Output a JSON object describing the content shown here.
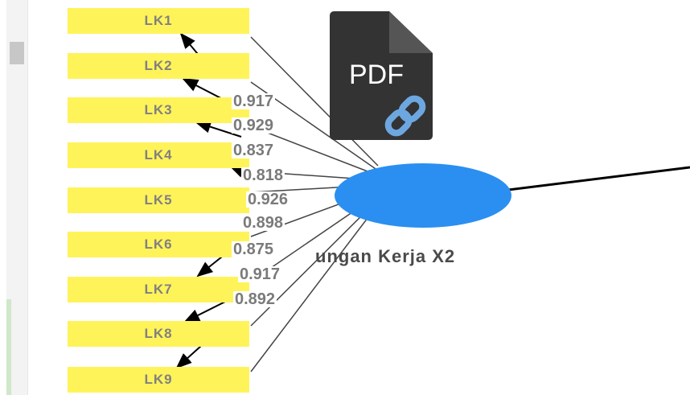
{
  "indicators": [
    {
      "label": "LK1"
    },
    {
      "label": "LK2"
    },
    {
      "label": "LK3"
    },
    {
      "label": "LK4"
    },
    {
      "label": "LK5"
    },
    {
      "label": "LK6"
    },
    {
      "label": "LK7"
    },
    {
      "label": "LK8"
    },
    {
      "label": "LK9"
    }
  ],
  "loadings": [
    "0.917",
    "0.929",
    "0.837",
    "0.818",
    "0.926",
    "0.898",
    "0.875",
    "0.917",
    "0.892"
  ],
  "construct": {
    "label": "ungan Kerja X2"
  },
  "pdf_badge": {
    "label": "PDF"
  },
  "colors": {
    "indicator": "#fff35a",
    "construct": "#2a8ff0",
    "pdf_icon": "#333333",
    "link_icon": "#6da7df"
  }
}
